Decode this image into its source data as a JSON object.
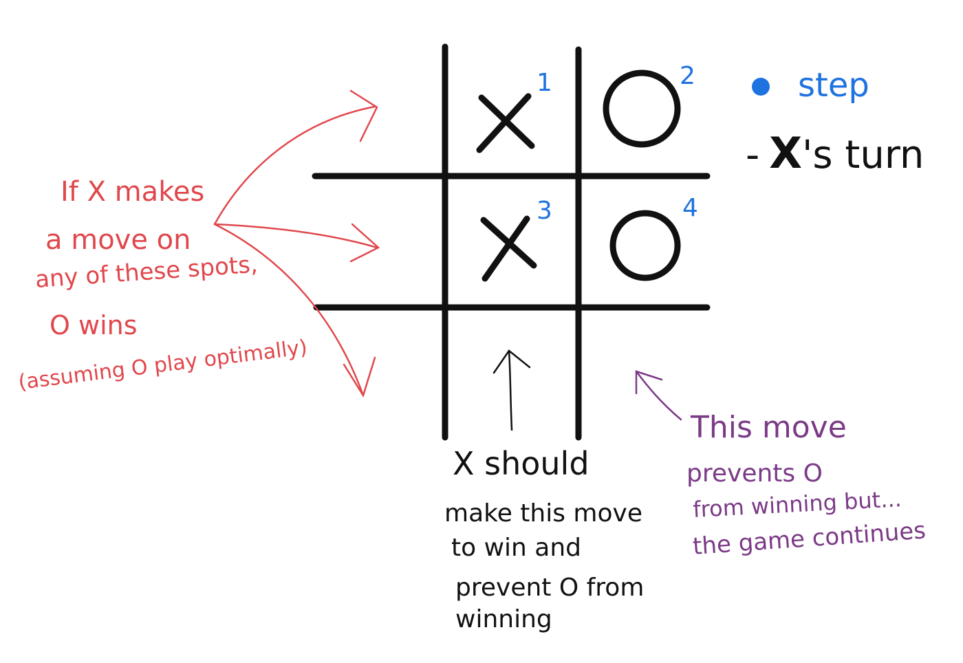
{
  "board": {
    "rows": 3,
    "cols": 3,
    "cells": [
      [
        "",
        "X",
        "O"
      ],
      [
        "",
        "X",
        "O"
      ],
      [
        "",
        "",
        ""
      ]
    ],
    "move_numbers": [
      {
        "row": 0,
        "col": 1,
        "label": "1"
      },
      {
        "row": 0,
        "col": 2,
        "label": "2"
      },
      {
        "row": 1,
        "col": 1,
        "label": "3"
      },
      {
        "row": 1,
        "col": 2,
        "label": "4"
      }
    ]
  },
  "legend": {
    "step_label": "step",
    "turn_prefix": "-",
    "turn_player": "X",
    "turn_suffix": "'s turn"
  },
  "notes": {
    "red": {
      "color": "#e0474c",
      "lines": [
        "If X makes",
        "a move on",
        "any of these spots,",
        "O wins",
        "(assuming O play optimally)"
      ]
    },
    "black": {
      "color": "#111111",
      "lines": [
        "X should",
        "make this move",
        "to win and",
        "prevent O from",
        "winning"
      ]
    },
    "purple": {
      "color": "#7b3a86",
      "lines": [
        "This move",
        "prevents O",
        "from winning but...",
        "the game continues"
      ]
    }
  },
  "colors": {
    "ink": "#111111",
    "blue": "#1e73e0",
    "red": "#e0474c",
    "purple": "#7b3a86"
  }
}
